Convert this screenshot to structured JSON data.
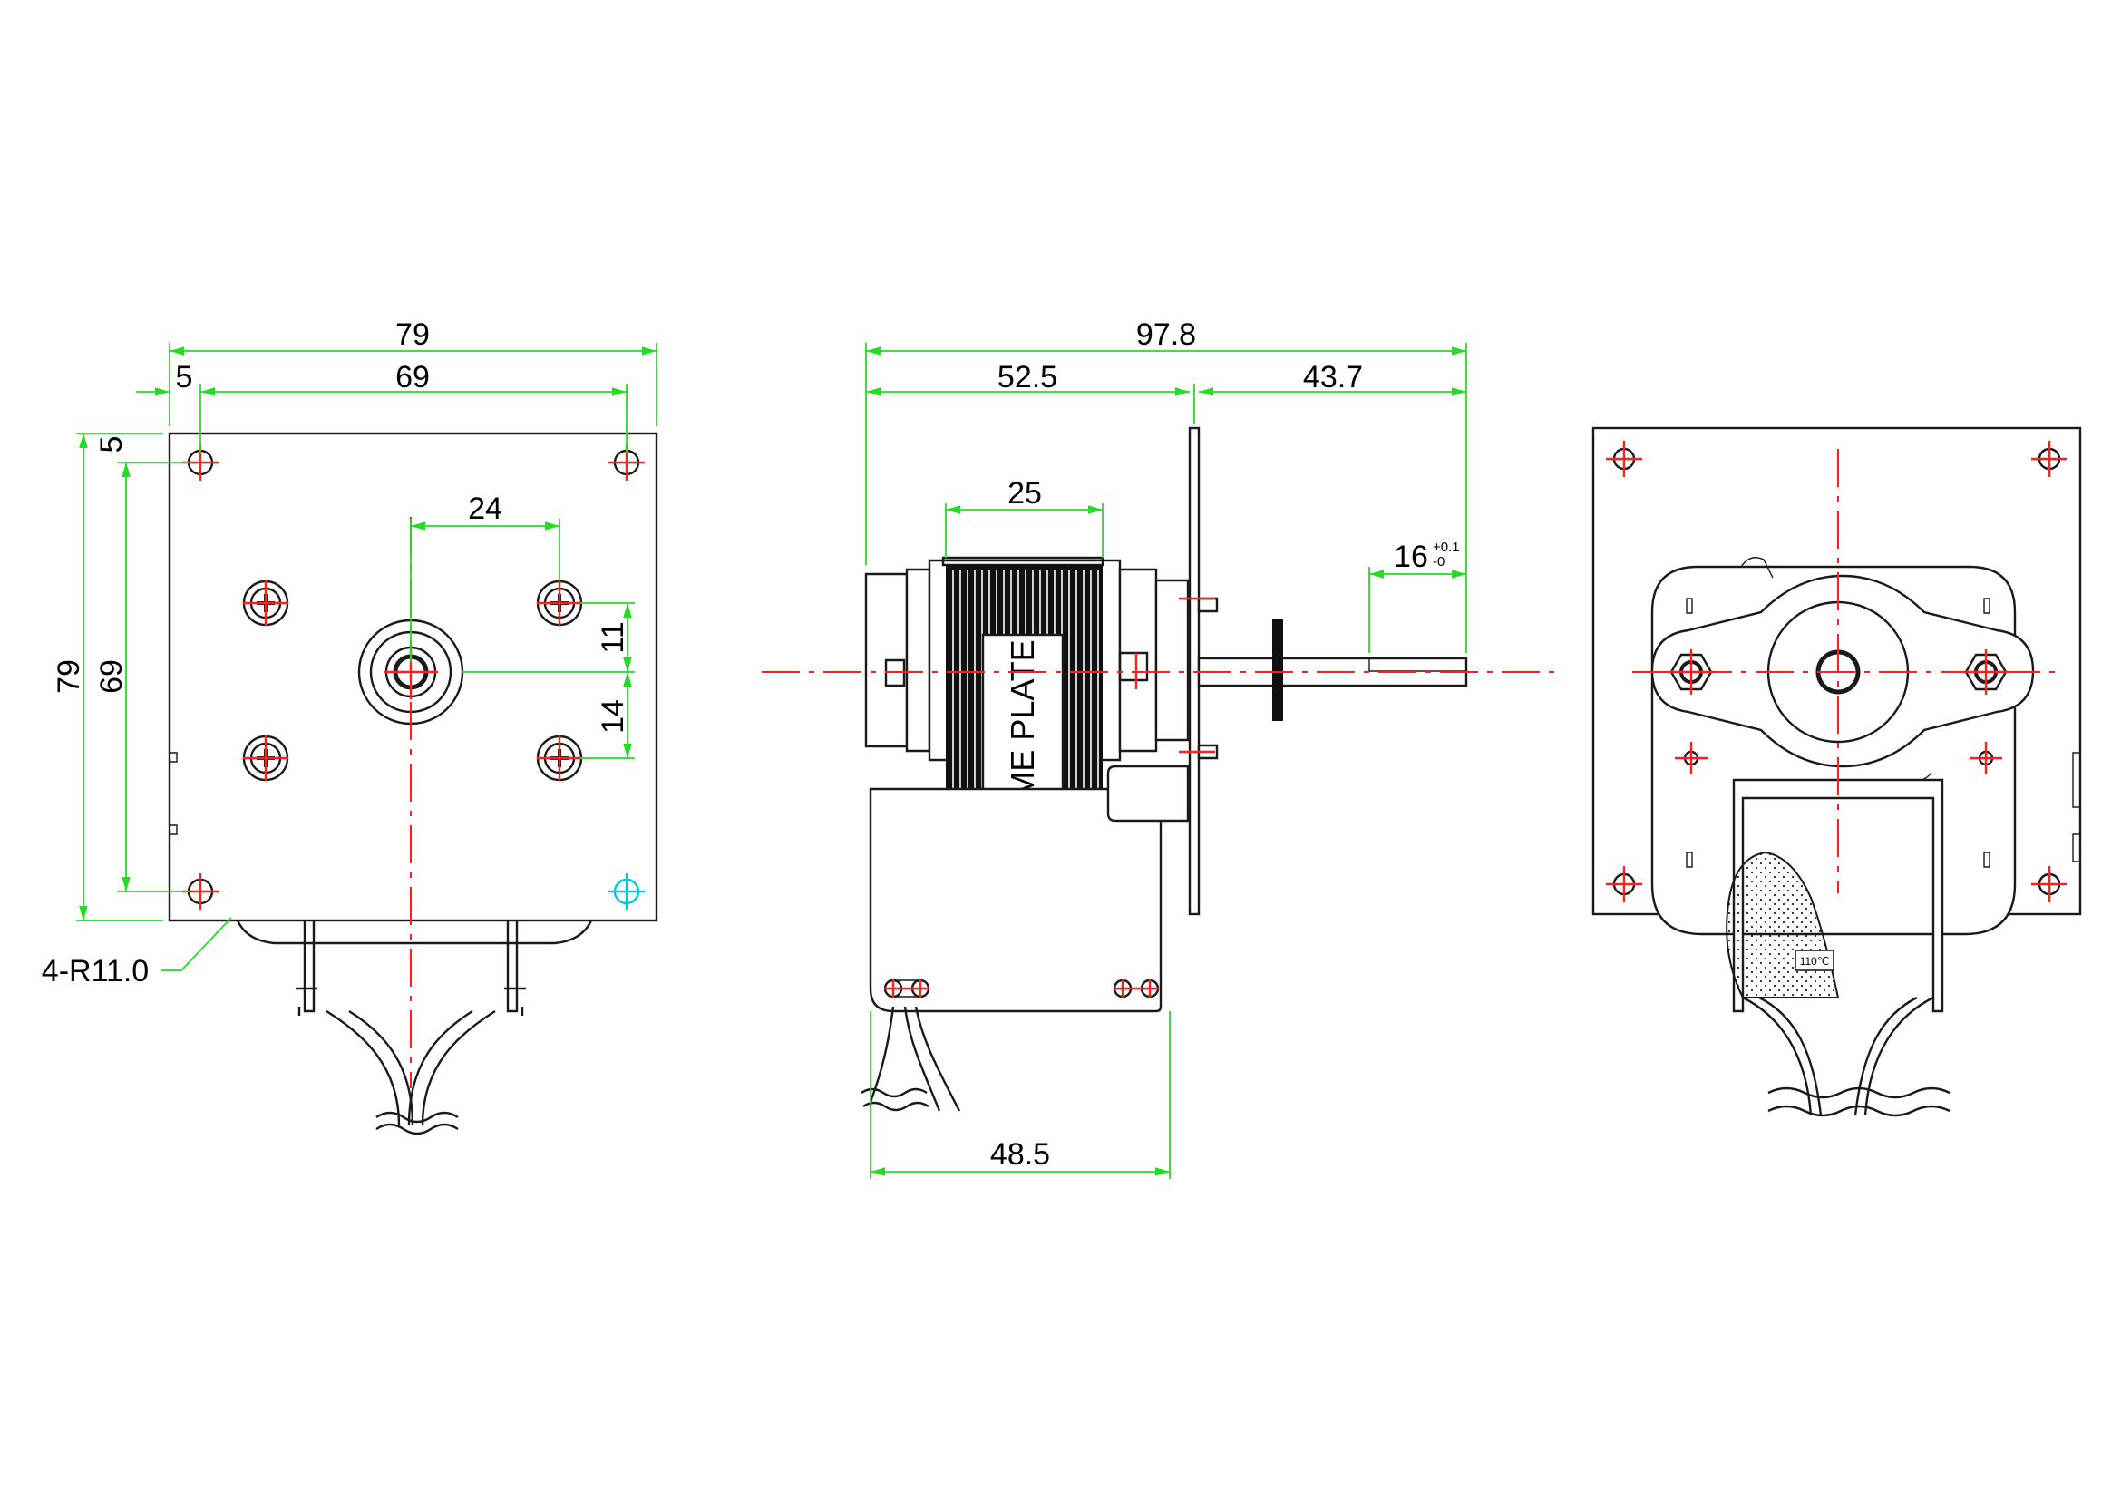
{
  "front_view": {
    "overall_width": "79",
    "edge_offset": "5",
    "hole_spacing_h": "69",
    "boss_spacing": "24",
    "overall_height": "79",
    "hole_spacing_v": "69",
    "edge_offset_v": "5",
    "upper_offset": "11",
    "lower_offset": "14",
    "corner_radius_callout": "4-R11.0"
  },
  "side_view": {
    "overall_length": "97.8",
    "body_length": "52.5",
    "shaft_length": "43.7",
    "coil_width": "25",
    "flat_length": "16",
    "tol_upper": "+0.1",
    "tol_lower": "-0",
    "base_length": "48.5",
    "nameplate_label": "NAME PLATE"
  },
  "rear_view": {
    "thermal_label": "110℃"
  },
  "colors": {
    "dimension": "#22dd22",
    "centerline": "#ff1e1e",
    "outline": "#1a1a1a",
    "hidden_marker": "#00c8d8"
  }
}
